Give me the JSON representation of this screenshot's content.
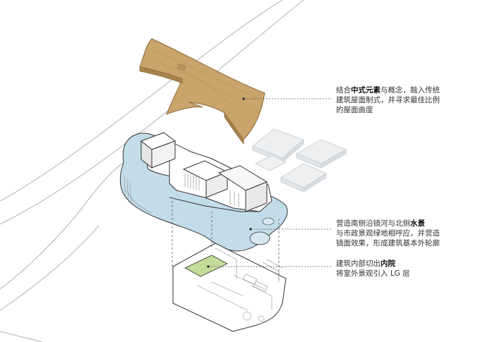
{
  "annotations": {
    "roof": {
      "line1_pre": "结合",
      "line1_bold": "中式元素",
      "line1_post": "与概念，融入传统",
      "line2": "建筑屋面制式，并寻求最佳比例",
      "line3": "的屋面曲度"
    },
    "water": {
      "line1_pre": "营造南侧沿镜河与北侧",
      "line1_bold": "水景",
      "line2": "与市政景观绿地相呼应，并营造",
      "line3": "镜面效果，形成建筑基本外轮廓"
    },
    "courtyard": {
      "line1_pre": "建筑内部切出",
      "line1_bold": "内院",
      "line2": "将室外景观引入 LG 层"
    }
  },
  "colors": {
    "roof_fill": "#c9a46b",
    "roof_edge": "#8a6a38",
    "water_fill": "#c3dcea",
    "courtyard_green": "#c4dc9a",
    "ghost_building": "#e9ecee",
    "line": "#333333",
    "site_line": "#b8b8b8"
  }
}
